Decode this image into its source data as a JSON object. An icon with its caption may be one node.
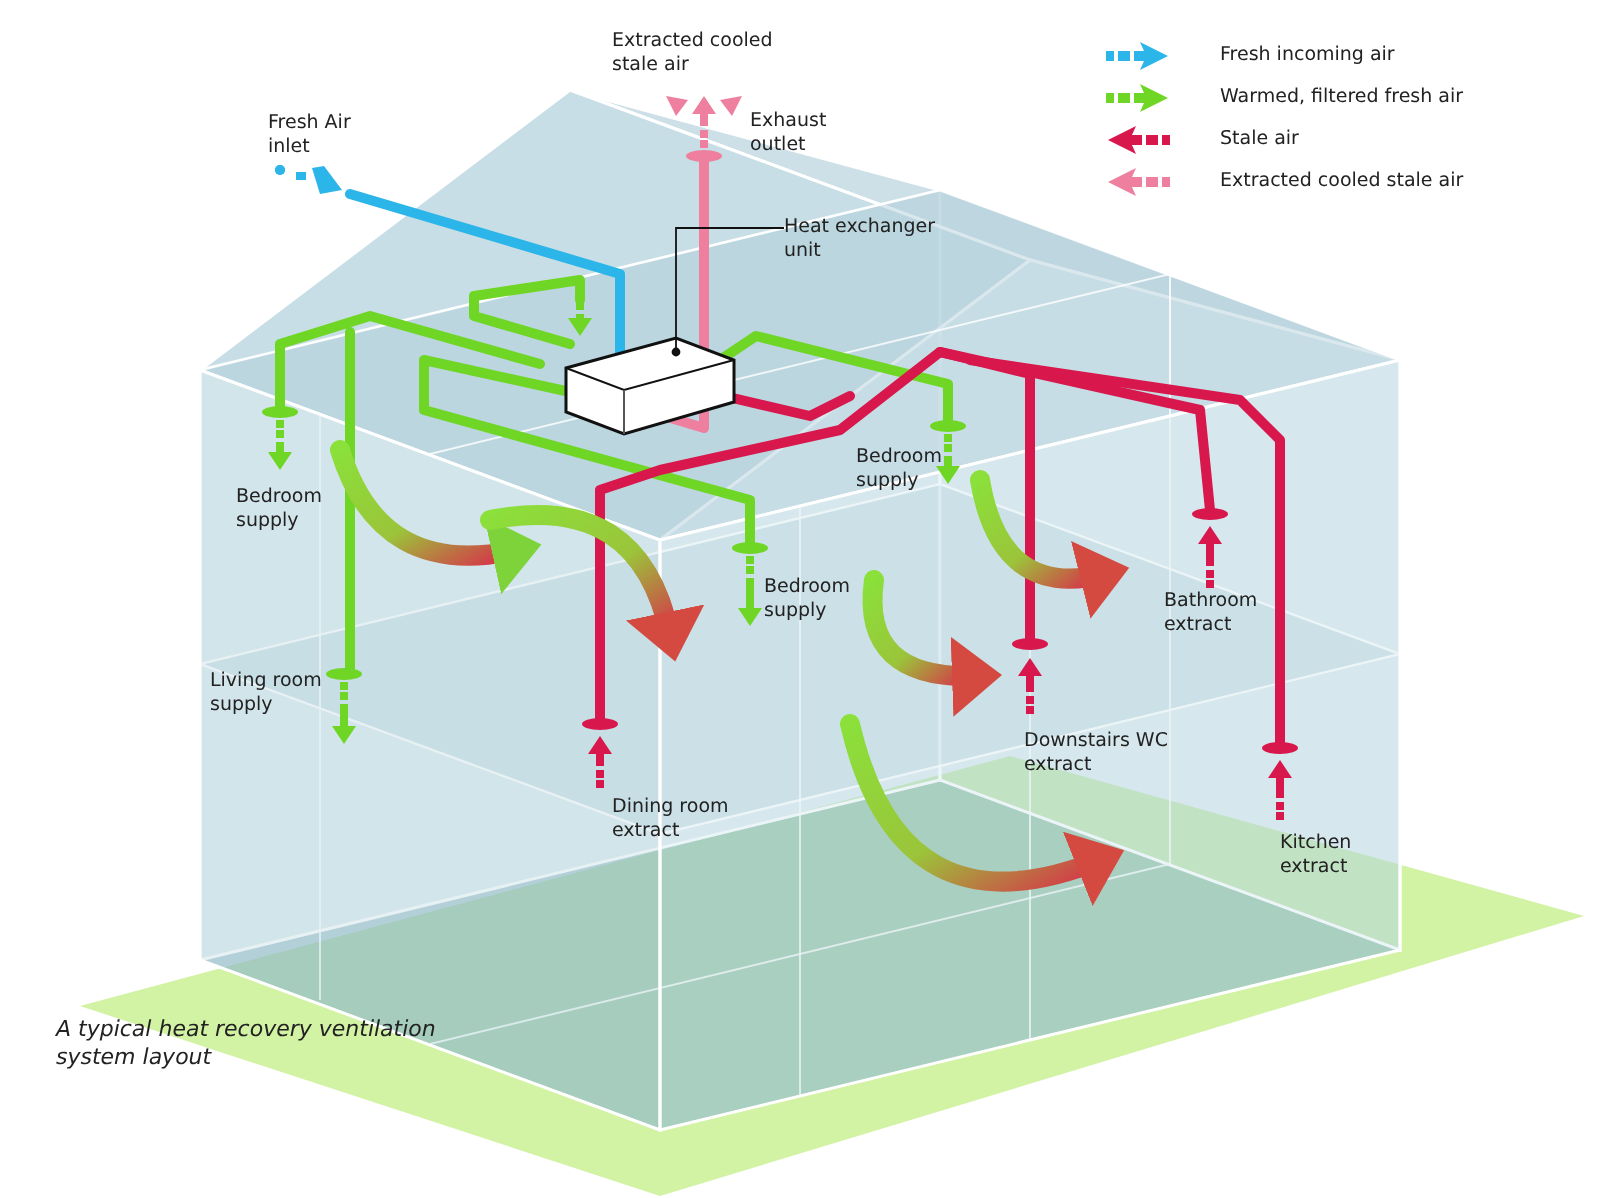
{
  "diagram": {
    "caption": "A typical heat recovery ventilation system layout",
    "nodes": [
      {
        "text": [
          "Heat exchanger unit"
        ]
      },
      {
        "text": [],
        "shape": "box"
      }
    ],
    "edges": [
      {
        "from": 0,
        "to": 1,
        "arrow": "other"
      }
    ],
    "labels": [
      "Extracted cooled stale air",
      "Fresh Air inlet",
      "Exhaust outlet",
      "Bedroom supply",
      "Bedroom supply",
      "Bedroom supply",
      "Living room supply",
      "Bathroom extract",
      "Downstairs WC extract",
      "Dining room extract",
      "Kitchen extract"
    ],
    "legend": [
      {
        "text": "Fresh incoming air",
        "color": "#2bb5e8"
      },
      {
        "text": "Warmed, filtered fresh air",
        "color": "#6fd626"
      },
      {
        "text": "Stale air",
        "color": "#d8174c"
      },
      {
        "text": "Extracted cooled stale air",
        "color": "#ee7f9f"
      }
    ]
  }
}
